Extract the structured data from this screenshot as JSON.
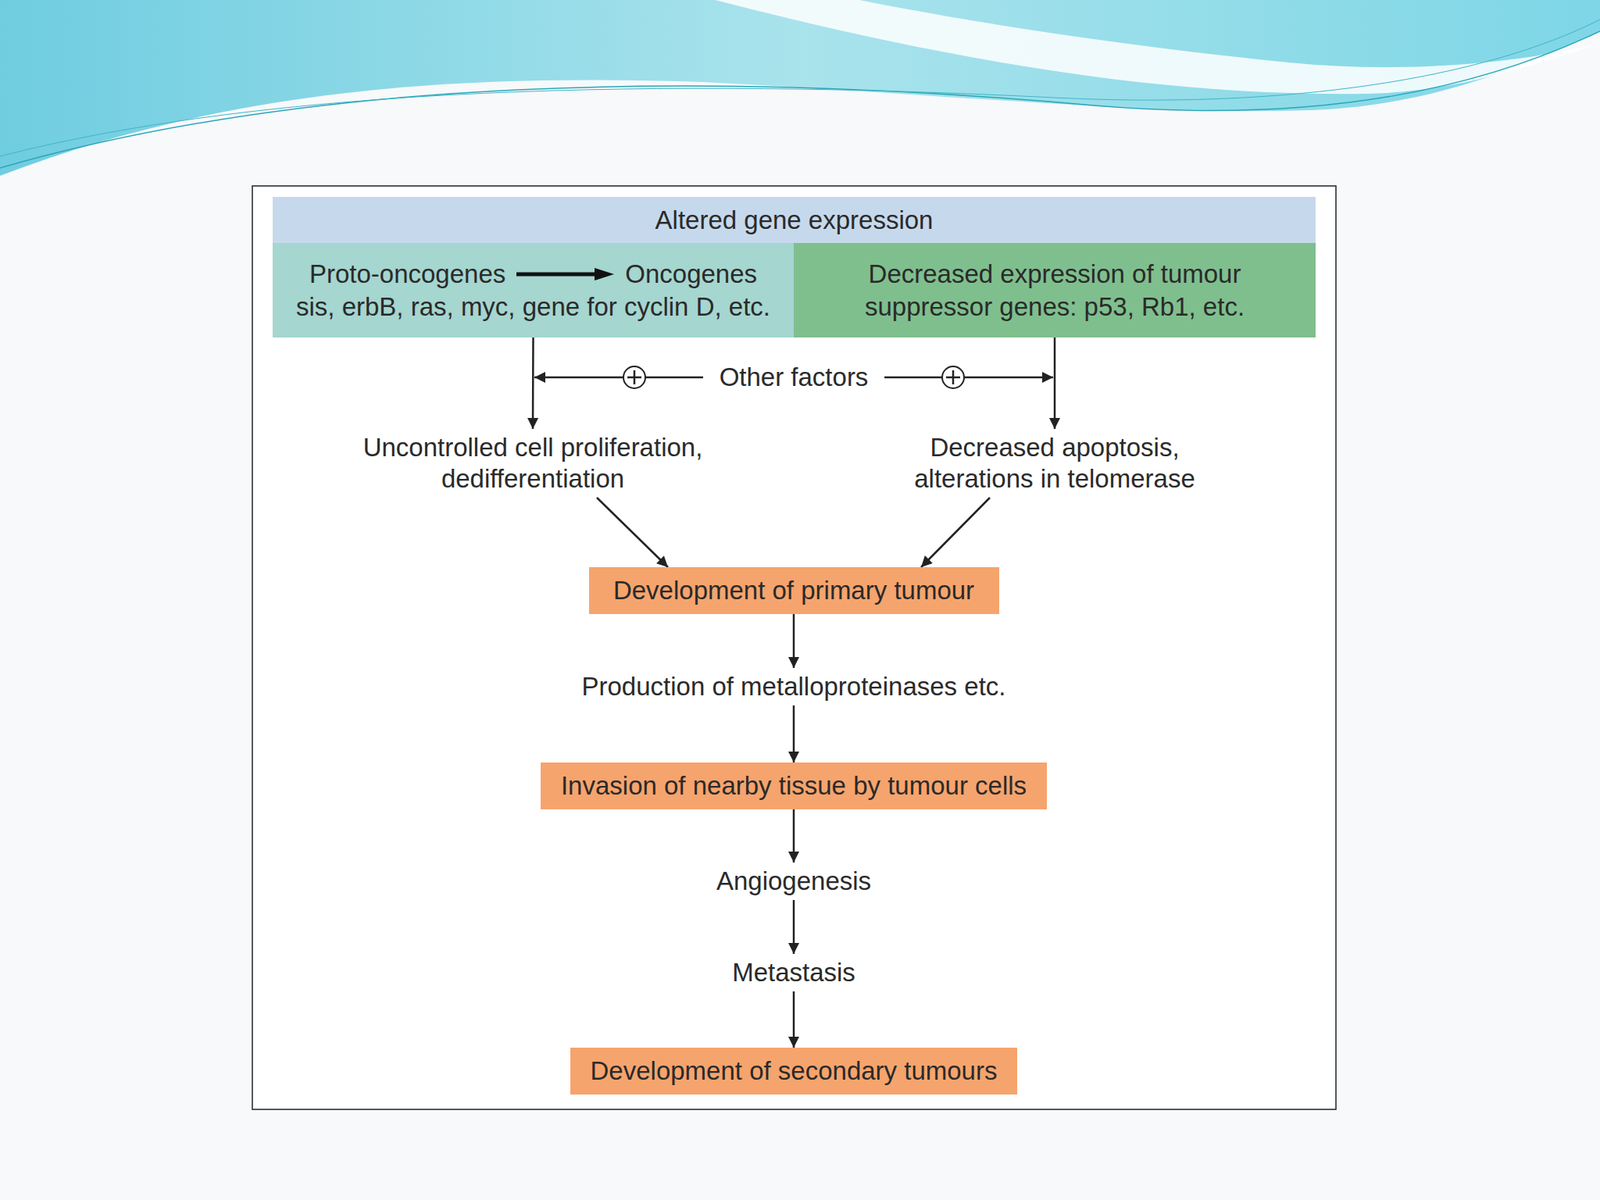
{
  "diagram": {
    "nodes": [
      {
        "text": [
          "Altered gene expression"
        ]
      },
      {
        "text": [
          "Proto-oncogenes",
          "Oncogenes",
          "sis, erbB, ras, myc, gene for cyclin D, etc."
        ],
        "in": 0
      },
      {
        "text": [
          "Decreased expression of tumour suppressor genes: p53, Rb1, etc."
        ],
        "in": 0
      },
      {
        "text": [
          "Uncontrolled cell proliferation, dedifferentiation"
        ]
      },
      {
        "text": [
          "Decreased apoptosis, alterations in telomerase"
        ]
      },
      {
        "text": [
          "Development of primary tumour"
        ]
      },
      {
        "text": [
          "Production of metalloproteinases etc."
        ]
      },
      {
        "text": [
          "Invasion of nearby tissue by tumour cells"
        ]
      },
      {
        "text": [
          "Angiogenesis"
        ]
      },
      {
        "text": [
          "Metastasis"
        ]
      },
      {
        "text": [
          "Development of secondary tumours"
        ]
      }
    ],
    "edges": [
      {
        "from": 1,
        "to": 3,
        "arrow": "to"
      },
      {
        "from": 2,
        "to": 4,
        "arrow": "to"
      },
      {
        "from": 3,
        "to": 5,
        "arrow": "to"
      },
      {
        "from": 4,
        "to": 5,
        "arrow": "to"
      },
      {
        "from": 5,
        "to": 6,
        "arrow": "to"
      },
      {
        "from": 6,
        "to": 7,
        "arrow": "to"
      },
      {
        "from": 7,
        "to": 8,
        "arrow": "to"
      },
      {
        "from": 8,
        "to": 9,
        "arrow": "to"
      },
      {
        "from": 9,
        "to": 10,
        "arrow": "to"
      }
    ],
    "labels": [
      "Other factors"
    ]
  }
}
